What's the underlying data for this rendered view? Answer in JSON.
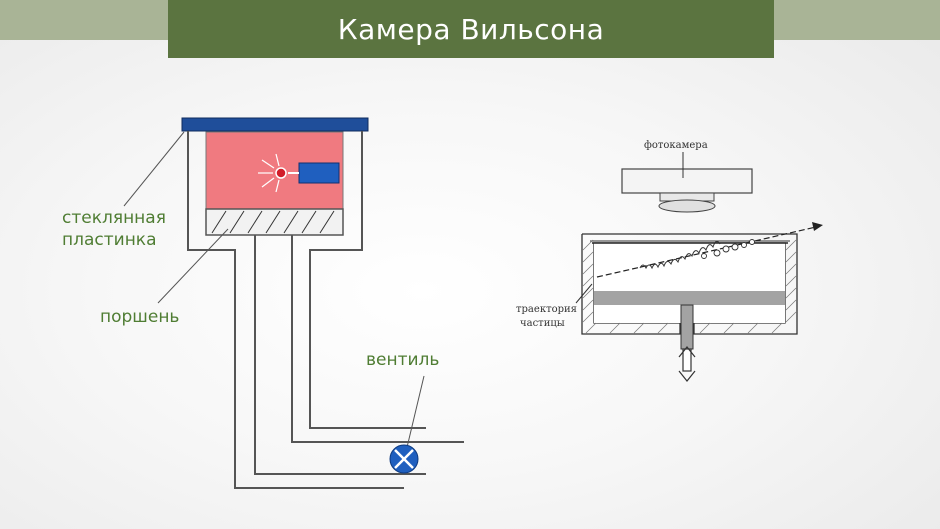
{
  "title": "Камера Вильсона",
  "labels": {
    "glass_plate_line1": "стеклянная",
    "glass_plate_line2": "пластинка",
    "piston": "поршень",
    "valve": "вентиль"
  },
  "right_diagram": {
    "camera": "фотокамера",
    "trajectory_line1": "траектория",
    "trajectory_line2": "частицы"
  },
  "colors": {
    "title_bg": "#5b7440",
    "side_bands": "#a9b496",
    "chamber_fill": "#f07a80",
    "glass_plate": "#1f4e9a",
    "valve": "#1f5fbf",
    "label_text": "#4f7d33"
  }
}
